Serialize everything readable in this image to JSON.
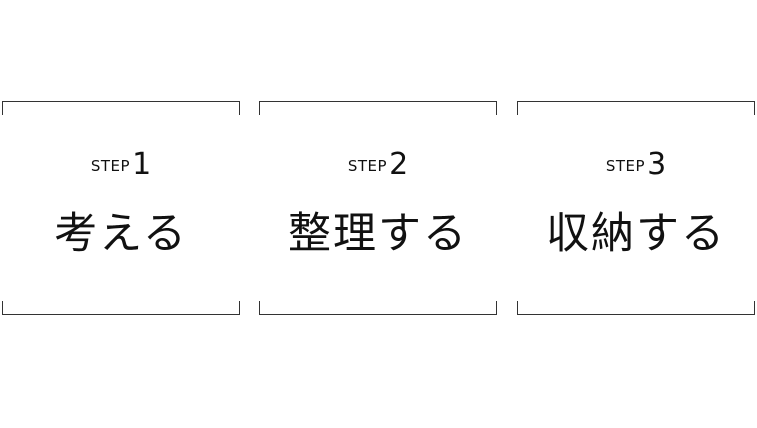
{
  "steps": [
    {
      "label": "STEP",
      "number": "1",
      "title": "考える"
    },
    {
      "label": "STEP",
      "number": "2",
      "title": "整理する"
    },
    {
      "label": "STEP",
      "number": "3",
      "title": "収納する"
    }
  ]
}
